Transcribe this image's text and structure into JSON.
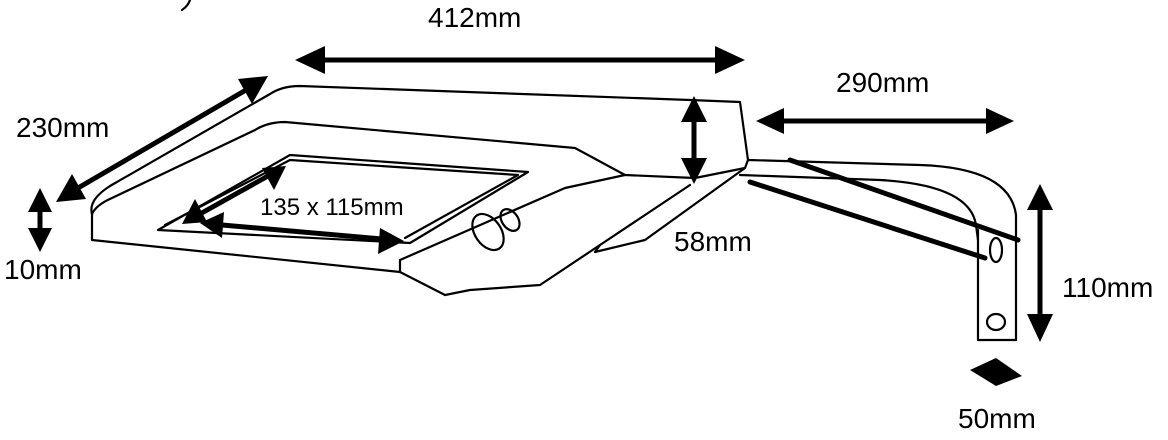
{
  "colors": {
    "ink": "#000000",
    "background": "#ffffff"
  },
  "dimensions": {
    "length_top": "412mm",
    "width_side": "230mm",
    "thickness_front": "10mm",
    "panel_size": "135 x 115mm",
    "bracket_length": "290mm",
    "body_height": "58mm",
    "bracket_height": "110mm",
    "bracket_width": "50mm"
  }
}
